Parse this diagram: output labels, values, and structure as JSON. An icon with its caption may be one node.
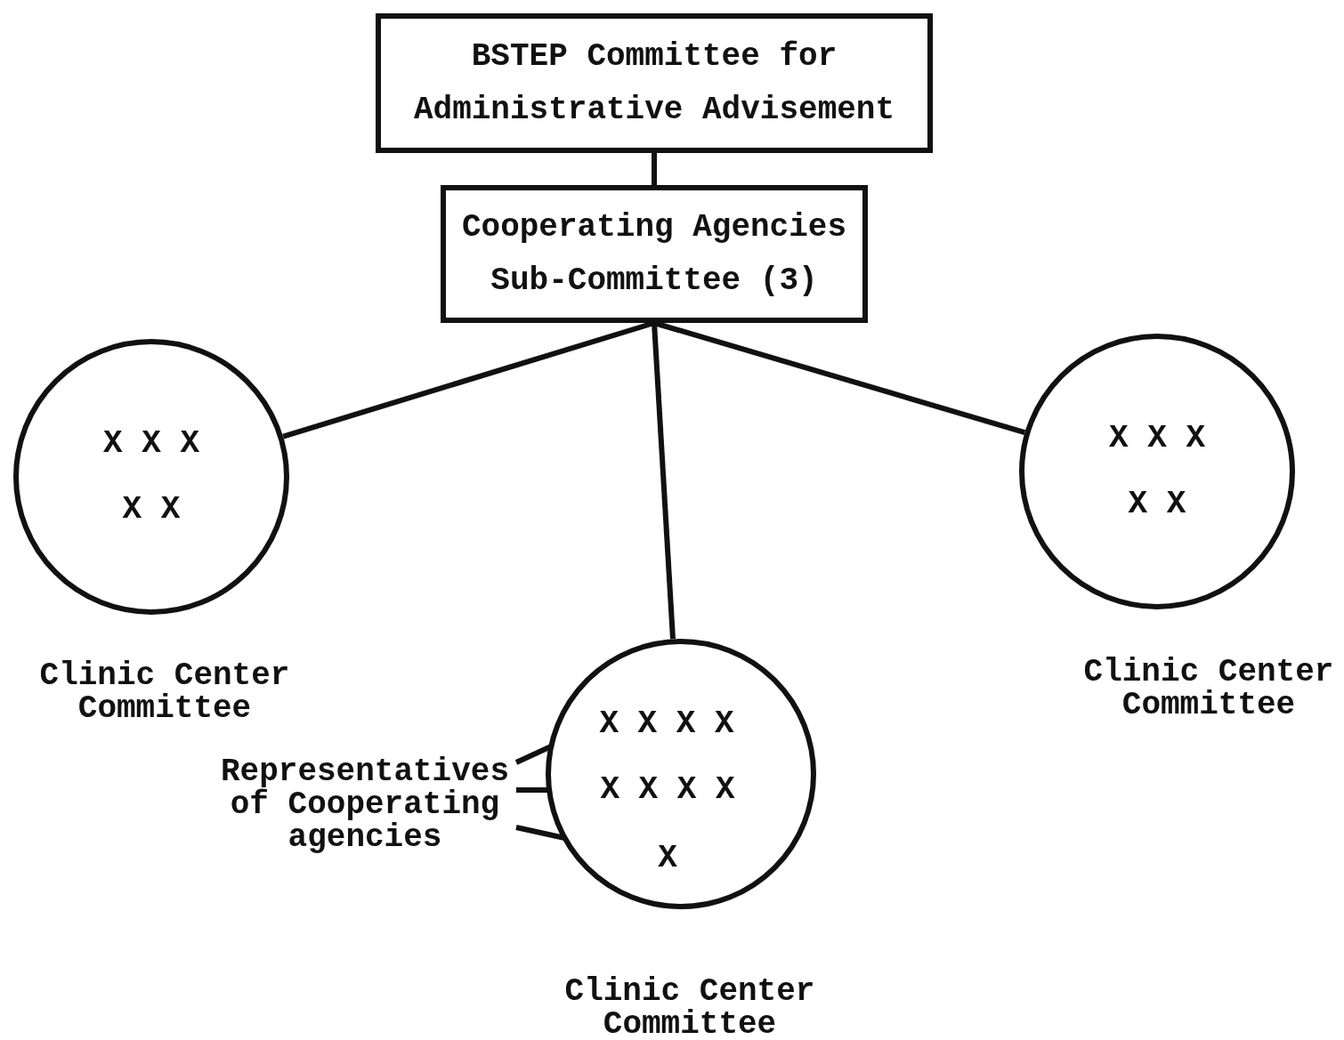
{
  "diagram": {
    "nodes": [
      {
        "text": [
          "BSTEP Committee for Administrative Advisement"
        ]
      },
      {
        "text": [
          "Cooperating Agencies Sub-Committee (3)"
        ]
      },
      {
        "text": [
          "X X X",
          "X X"
        ],
        "beside": [
          "Clinic Center Committee"
        ]
      },
      {
        "text": [
          "X X X",
          "X X"
        ],
        "beside": [
          "Clinic Center Committee"
        ]
      },
      {
        "text": [],
        "shape": "circle",
        "beside": [
          "Clinic Center Committee"
        ]
      },
      {
        "text": [
          "X X X X"
        ],
        "in": 4
      },
      {
        "text": [
          "X X X X"
        ],
        "in": 4
      },
      {
        "text": [
          "X"
        ],
        "in": 4
      },
      {
        "text": [
          "Representatives of Cooperating agencies"
        ]
      }
    ],
    "edges": [
      {
        "from": 0,
        "to": 1,
        "arrow": "none"
      },
      {
        "from": 1,
        "to": 2,
        "arrow": "none"
      },
      {
        "from": 1,
        "to": 4,
        "arrow": "none"
      },
      {
        "from": 1,
        "to": 3,
        "arrow": "none"
      },
      {
        "from": 8,
        "to": 5,
        "arrow": "none"
      },
      {
        "from": 8,
        "to": 6,
        "arrow": "none"
      },
      {
        "from": 8,
        "to": 7,
        "arrow": "none"
      }
    ]
  }
}
